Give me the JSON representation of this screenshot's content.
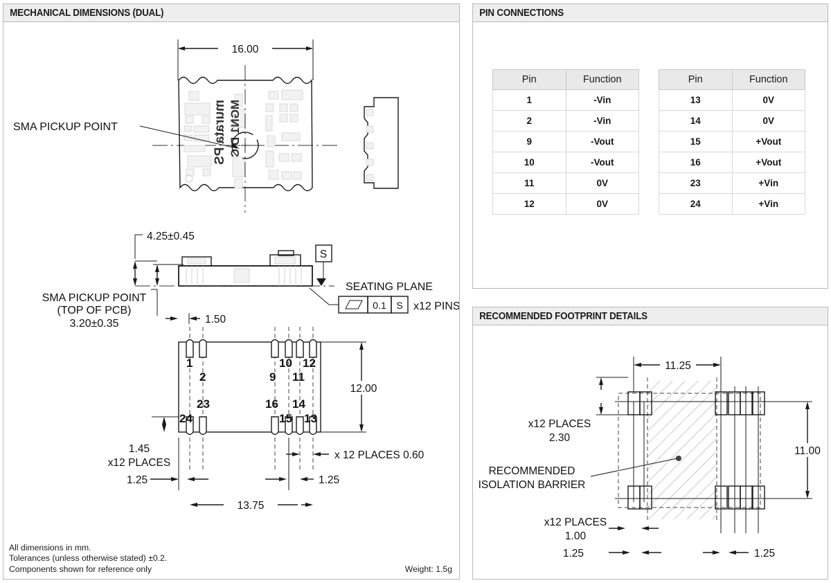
{
  "panels": {
    "mechanical": {
      "title": "MECHANICAL DIMENSIONS (DUAL)"
    },
    "pin_connections": {
      "title": "PIN CONNECTIONS"
    },
    "footprint": {
      "title": "RECOMMENDED FOOTPRINT DETAILS"
    }
  },
  "pin_connections": {
    "columns": [
      "Pin",
      "Function"
    ],
    "left_table": [
      {
        "pin": "1",
        "function": "-Vin"
      },
      {
        "pin": "2",
        "function": "-Vin"
      },
      {
        "pin": "9",
        "function": "-Vout"
      },
      {
        "pin": "10",
        "function": "-Vout"
      },
      {
        "pin": "11",
        "function": "0V"
      },
      {
        "pin": "12",
        "function": "0V"
      }
    ],
    "right_table": [
      {
        "pin": "13",
        "function": "0V"
      },
      {
        "pin": "14",
        "function": "0V"
      },
      {
        "pin": "15",
        "function": "+Vout"
      },
      {
        "pin": "16",
        "function": "+Vout"
      },
      {
        "pin": "23",
        "function": "+Vin"
      },
      {
        "pin": "24",
        "function": "+Vin"
      }
    ]
  },
  "mechanical": {
    "top_view": {
      "width_dim": "16.00",
      "callout": "SMA PICKUP POINT"
    },
    "side_view": {
      "height_dim": "4.25±0.45",
      "datum_label": "S",
      "seating_plane_label": "SEATING PLANE",
      "fcf_tolerance": "0.1",
      "fcf_datum": "S",
      "fcf_qty": "x12 PINS",
      "pcb_callout_line1": "SMA PICKUP POINT",
      "pcb_callout_line2": "(TOP OF PCB)",
      "pcb_callout_line3": "3.20±0.35",
      "pin_offset_dim": "1.50"
    },
    "bottom_view": {
      "height_dim": "12.00",
      "pad_height_dim": "1.45",
      "pad_height_qty": "x12 PLACES",
      "pad_width_dim": "x 12 PLACES 0.60",
      "edge_left_dim": "1.25",
      "edge_right_dim": "1.25",
      "span_dim": "13.75",
      "pins_top_left": [
        "1",
        "2"
      ],
      "pins_top_right": [
        "9",
        "10",
        "11",
        "12"
      ],
      "pins_bottom_left": [
        "23",
        "24"
      ],
      "pins_bottom_right": [
        "16",
        "15",
        "14",
        "13"
      ]
    },
    "notes": {
      "line1": "All dimensions in mm.",
      "line2": "Tolerances (unless otherwise stated) ±0.2.",
      "line3": "Components shown for reference only",
      "weight": "Weight: 1.5g"
    }
  },
  "footprint": {
    "width_dim": "11.25",
    "height_dim": "11.00",
    "pad_height_qty": "x12 PLACES",
    "pad_height_dim": "2.30",
    "pad_width_qty": "x12 PLACES",
    "pad_width_dim": "1.00",
    "edge_left_dim": "1.25",
    "edge_right_dim": "1.25",
    "barrier_label_line1": "RECOMMENDED",
    "barrier_label_line2": "ISOLATION BARRIER"
  },
  "colors": {
    "header_bg": "#eeeeee",
    "border": "#b9b9b9",
    "ink": "#1a1a1a",
    "ghost": "#d2d2d2"
  }
}
